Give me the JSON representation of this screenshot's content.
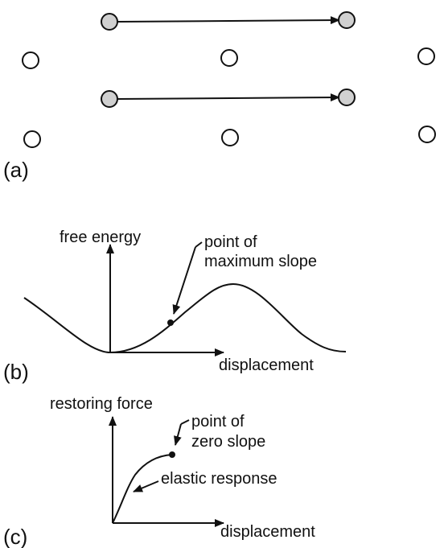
{
  "panel_a": {
    "label": "(a)"
  },
  "panel_b": {
    "label": "(b)",
    "y_axis_label": "free energy",
    "x_axis_label": "displacement",
    "annotation_line1": "point of",
    "annotation_line2": "maximum slope"
  },
  "panel_c": {
    "label": "(c)",
    "y_axis_label": "restoring force",
    "x_axis_label": "displacement",
    "annotation_line1": "point of",
    "annotation_line2": "zero slope",
    "curve_label": "elastic response"
  },
  "colors": {
    "ink": "#111111",
    "displaced_atom_fill": "#d0d0d0",
    "lattice_atom_fill": "#ffffff"
  }
}
